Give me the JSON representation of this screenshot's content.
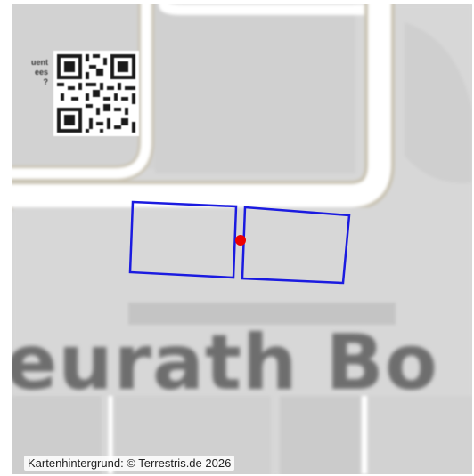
{
  "map": {
    "street_label": "eurath Bo",
    "poi_lines": [
      "uent",
      "ees",
      "?"
    ],
    "attribution": "Kartenhintergrund: © Terrestris.de 2026",
    "colors": {
      "road": "#ffffff",
      "road_casing": "#c9c3b3",
      "block": "#cfcfcf",
      "background": "#d7d7d7",
      "feature_outline": "#1b1be0",
      "feature_point": "#ee0000"
    }
  },
  "overlay": {
    "features": [
      {
        "type": "polygon",
        "name": "left-parcel"
      },
      {
        "type": "polygon",
        "name": "right-parcel"
      },
      {
        "type": "point",
        "name": "shared-vertex"
      }
    ]
  }
}
